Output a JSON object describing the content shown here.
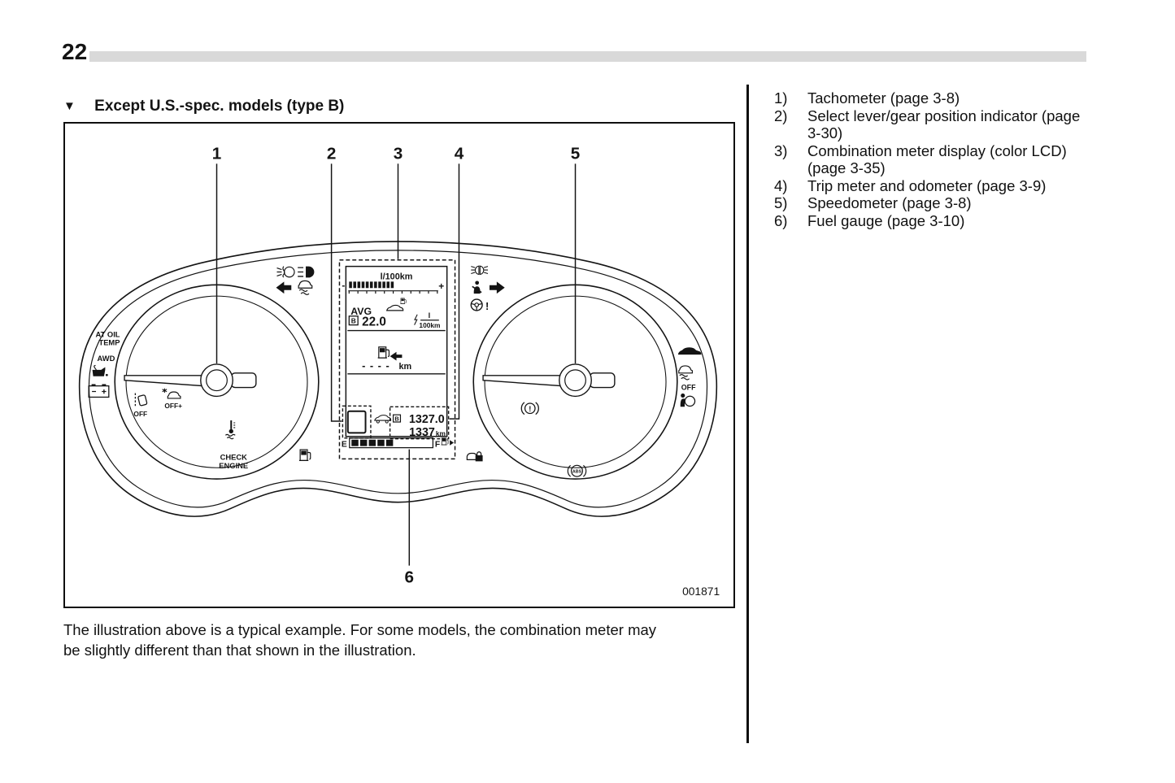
{
  "page": {
    "number": "22"
  },
  "section": {
    "marker": "▼",
    "title": "Except U.S.-spec. models (type B)"
  },
  "figure": {
    "code": "001871",
    "caption": "The illustration above is a typical example. For some models, the combination meter may\nbe slightly different than that shown in the illustration.",
    "callouts": {
      "c1": "1",
      "c2": "2",
      "c3": "3",
      "c4": "4",
      "c5": "5",
      "c6": "6"
    },
    "labels": {
      "at_oil_1": "AT OIL",
      "at_oil_2": "TEMP",
      "awd": "AWD",
      "lane_off": "OFF",
      "vdc_off_left": "OFF+",
      "check_1": "CHECK",
      "check_2": "ENGINE",
      "vdc_off_right": "OFF",
      "abs": "ABS",
      "excl": "!"
    },
    "lcd": {
      "consumption_unit": "l/100km",
      "minus": "-",
      "plus": "+",
      "avg_label": "AVG",
      "b_badge": "B",
      "avg_value": "22.0",
      "frac_top": "l",
      "frac_bottom": "100km",
      "range_dashes": "- - - -",
      "range_unit": "km",
      "trip_value": "1327.0",
      "odo_value": "1337",
      "odo_unit": "km",
      "fuel_empty": "E",
      "fuel_full": "F"
    },
    "icon_names": [
      "front-fog-light-icon",
      "high-beam-icon",
      "turn-left-icon",
      "vdc-indicator-icon",
      "tail-light-icon",
      "seatbelt-warning-icon",
      "turn-right-icon",
      "steering-warning-icon",
      "oil-pressure-icon",
      "battery-icon",
      "lane-departure-off-icon",
      "vdc-off-icon",
      "coolant-temp-icon",
      "fuel-pump-icon",
      "security-icon",
      "brake-warning-icon",
      "abs-icon",
      "airbag-icon",
      "car-warning-icon",
      "vdc-off-right-icon",
      "avg-car-icon",
      "range-fuel-pump-icon",
      "gear-position-box",
      "odometer-car-icon"
    ]
  },
  "legend": {
    "items": [
      {
        "num": "1)",
        "text": "Tachometer (page 3-8)"
      },
      {
        "num": "2)",
        "text": "Select lever/gear position indicator (page\n3-30)"
      },
      {
        "num": "3)",
        "text": "Combination meter display (color LCD)\n(page 3-35)"
      },
      {
        "num": "4)",
        "text": "Trip meter and odometer (page 3-9)"
      },
      {
        "num": "5)",
        "text": "Speedometer (page 3-8)"
      },
      {
        "num": "6)",
        "text": "Fuel gauge (page 3-10)"
      }
    ]
  }
}
